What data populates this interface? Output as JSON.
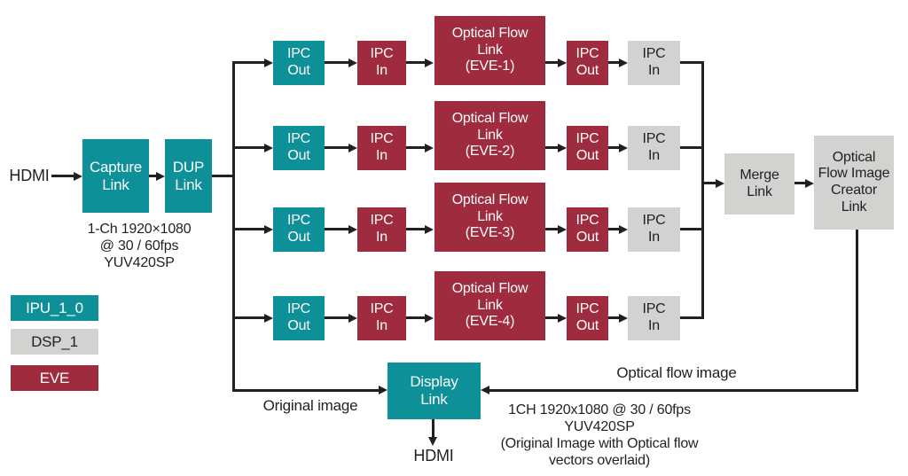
{
  "colors": {
    "ipu_teal": "#0e9098",
    "eve_red": "#9e2b3e",
    "dsp_gray": "#d2d2d0",
    "line_black": "#231f20"
  },
  "source": {
    "hdmi_in": "HDMI"
  },
  "pipeline": {
    "capture": "Capture\nLink",
    "dup": "DUP\nLink",
    "input_format": "1-Ch 1920×1080\n@ 30 / 60fps\nYUV420SP"
  },
  "chains": [
    {
      "ipc_out_1": "IPC\nOut",
      "ipc_in_1": "IPC\nIn",
      "eve": "Optical Flow\nLink\n(EVE-1)",
      "ipc_out_2": "IPC\nOut",
      "ipc_in_2": "IPC\nIn"
    },
    {
      "ipc_out_1": "IPC\nOut",
      "ipc_in_1": "IPC\nIn",
      "eve": "Optical Flow\nLink\n(EVE-2)",
      "ipc_out_2": "IPC\nOut",
      "ipc_in_2": "IPC\nIn"
    },
    {
      "ipc_out_1": "IPC\nOut",
      "ipc_in_1": "IPC\nIn",
      "eve": "Optical Flow\nLink\n(EVE-3)",
      "ipc_out_2": "IPC\nOut",
      "ipc_in_2": "IPC\nIn"
    },
    {
      "ipc_out_1": "IPC\nOut",
      "ipc_in_1": "IPC\nIn",
      "eve": "Optical Flow\nLink\n(EVE-4)",
      "ipc_out_2": "IPC\nOut",
      "ipc_in_2": "IPC\nIn"
    }
  ],
  "merge_stage": {
    "merge": "Merge\nLink",
    "creator": "Optical\nFlow Image\nCreator\nLink"
  },
  "output": {
    "display": "Display\nLink",
    "hdmi_out": "HDMI",
    "original_image": "Original image",
    "optical_flow_image": "Optical flow image",
    "output_format": "1CH 1920x1080 @ 30 / 60fps\nYUV420SP\n(Original Image with Optical flow\nvectors overlaid)"
  },
  "legend": {
    "ipu": {
      "label": "IPU_1_0",
      "color": "#0e9098"
    },
    "dsp": {
      "label": "DSP_1",
      "color": "#d2d2d0"
    },
    "eve": {
      "label": "EVE",
      "color": "#9e2b3e"
    }
  }
}
